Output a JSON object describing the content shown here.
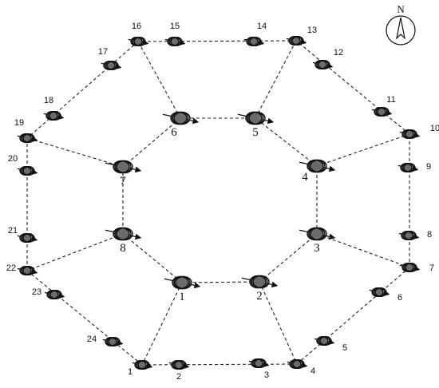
{
  "north_label": "N",
  "outer_nodes": [
    {
      "label": "1"
    },
    {
      "label": "2"
    },
    {
      "label": "3"
    },
    {
      "label": "4"
    },
    {
      "label": "5"
    },
    {
      "label": "6"
    },
    {
      "label": "7"
    },
    {
      "label": "8"
    },
    {
      "label": "9"
    },
    {
      "label": "10"
    },
    {
      "label": "11"
    },
    {
      "label": "12"
    },
    {
      "label": "13"
    },
    {
      "label": "14"
    },
    {
      "label": "15"
    },
    {
      "label": "16"
    },
    {
      "label": "17"
    },
    {
      "label": "18"
    },
    {
      "label": "19"
    },
    {
      "label": "20"
    },
    {
      "label": "21"
    },
    {
      "label": "22"
    },
    {
      "label": "23"
    },
    {
      "label": "24"
    }
  ],
  "inner_nodes": [
    {
      "label": "1"
    },
    {
      "label": "2"
    },
    {
      "label": "3"
    },
    {
      "label": "4"
    },
    {
      "label": "5"
    },
    {
      "label": "6"
    },
    {
      "label": "7"
    },
    {
      "label": "8"
    }
  ]
}
